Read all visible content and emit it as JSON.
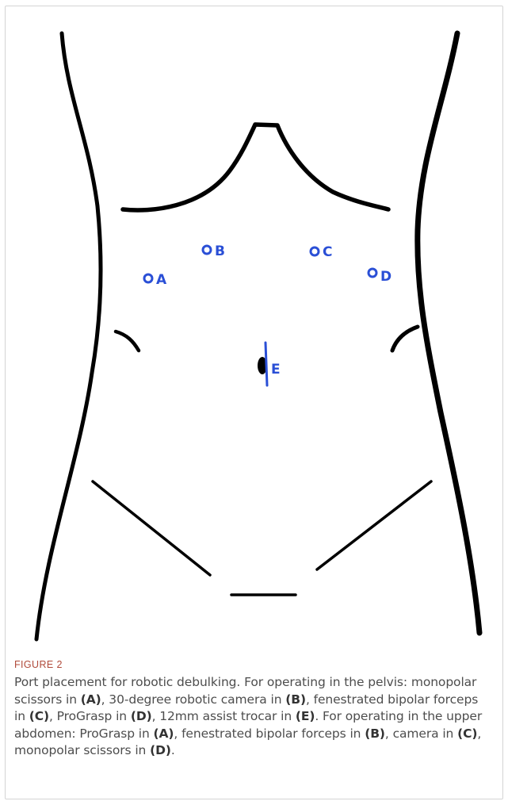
{
  "figure": {
    "label": "FIGURE 2",
    "ports": [
      {
        "id": "A",
        "label": "A"
      },
      {
        "id": "B",
        "label": "B"
      },
      {
        "id": "C",
        "label": "C"
      },
      {
        "id": "D",
        "label": "D"
      },
      {
        "id": "E",
        "label": "E"
      }
    ],
    "colors": {
      "outline": "#000000",
      "ports": "#2a4fd6",
      "label": "#b04a3a",
      "caption": "#4d4d4d"
    }
  },
  "caption": {
    "s1": "Port placement for robotic debulking. For operating in the pelvis: monopolar scissors in ",
    "r1": "(A)",
    "s2": ", 30-degree robotic camera in ",
    "r2": "(B)",
    "s3": ", fenestrated bipolar forceps in ",
    "r3": "(C)",
    "s4": ", ProGrasp in ",
    "r4": "(D)",
    "s5": ", 12mm assist trocar in ",
    "r5": "(E)",
    "s6": ". For operating in the upper abdomen: ProGrasp in ",
    "r6": "(A)",
    "s7": ", fenestrated bipolar forceps in ",
    "r7": "(B)",
    "s8": ", camera in ",
    "r8": "(C)",
    "s9": ", monopolar scissors in ",
    "r9": "(D)",
    "s10": "."
  }
}
